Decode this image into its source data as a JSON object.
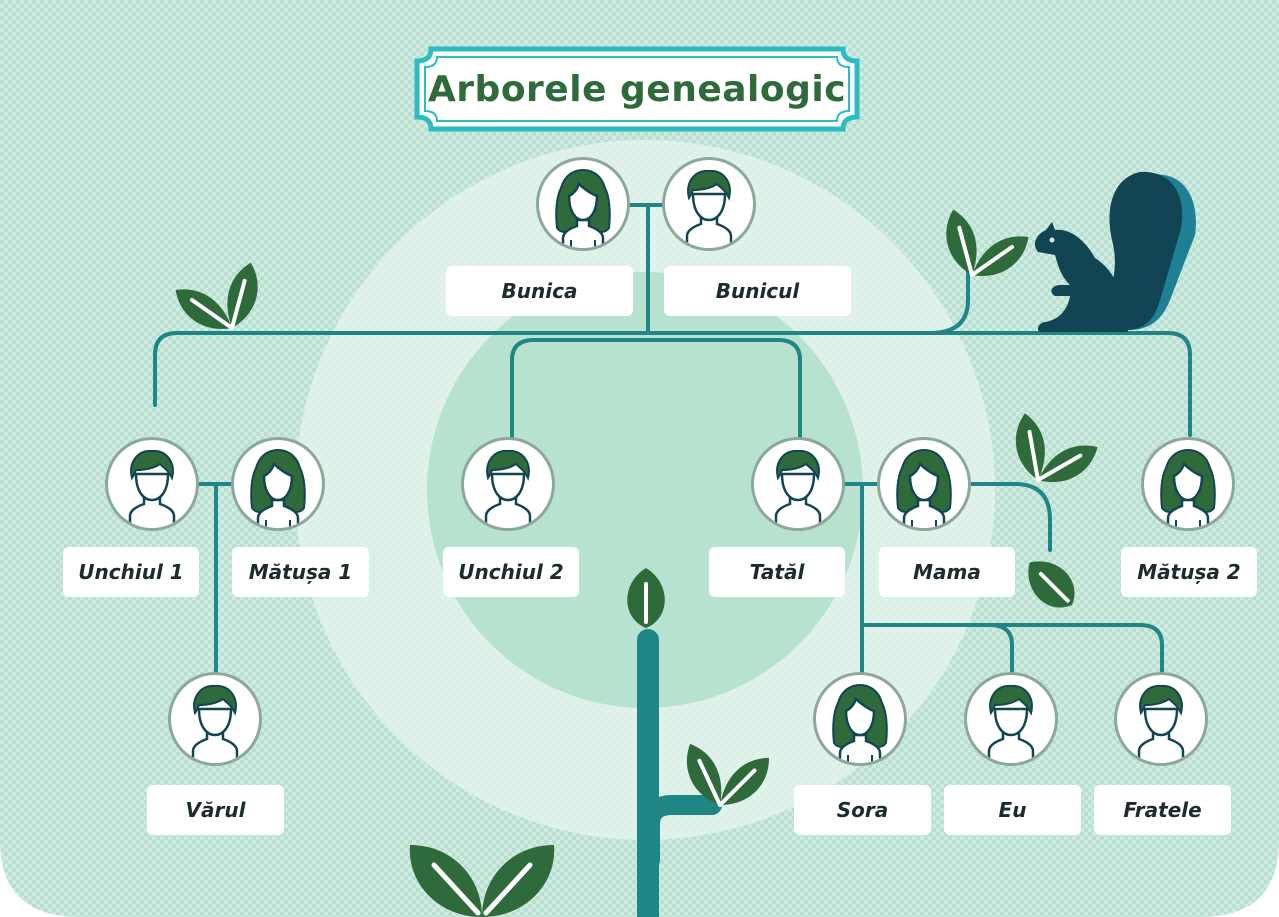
{
  "title": "Arborele genealogic",
  "colors": {
    "background": "#cfeadf",
    "pattern": "#b6ddd0",
    "branch": "#1f8585",
    "leaf": "#2f6a3b",
    "squirrel": "#124553",
    "avatar_hair": "#2f6a3b",
    "title_frame": "#2bbdc3"
  },
  "members": {
    "bunica": {
      "label": "Bunica",
      "icon": "female-avatar-icon"
    },
    "bunicul": {
      "label": "Bunicul",
      "icon": "male-avatar-icon"
    },
    "unchiul1": {
      "label": "Unchiul 1",
      "icon": "male-avatar-icon"
    },
    "matusa1": {
      "label": "Mătușa 1",
      "icon": "female-avatar-icon"
    },
    "unchiul2": {
      "label": "Unchiul 2",
      "icon": "male-avatar-icon"
    },
    "tatal": {
      "label": "Tatăl",
      "icon": "male-avatar-icon"
    },
    "mama": {
      "label": "Mama",
      "icon": "female-avatar-icon"
    },
    "matusa2": {
      "label": "Mătușa 2",
      "icon": "female-avatar-icon"
    },
    "varul": {
      "label": "Vărul",
      "icon": "male-avatar-icon"
    },
    "sora": {
      "label": "Sora",
      "icon": "female-avatar-icon"
    },
    "eu": {
      "label": "Eu",
      "icon": "male-avatar-icon"
    },
    "fratele": {
      "label": "Fratele",
      "icon": "male-avatar-icon"
    }
  },
  "decorations": [
    "leaf-icon",
    "squirrel-icon",
    "sprout-icon"
  ]
}
